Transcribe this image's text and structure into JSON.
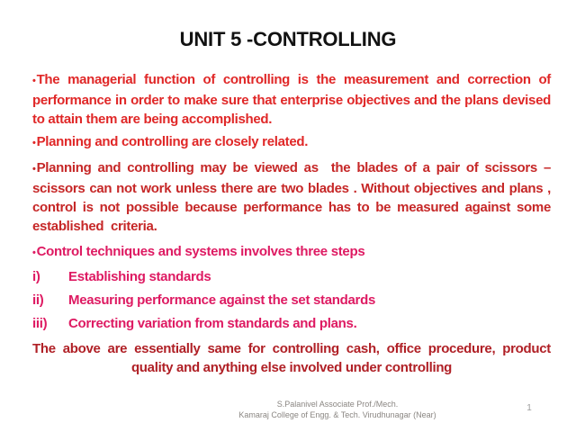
{
  "slide": {
    "title": "UNIT 5 -CONTROLLING",
    "colors": {
      "background": "#ffffff",
      "title": "#121212",
      "body_red": "#e02727",
      "scissors_red": "#c62727",
      "steps_pink": "#de1a62",
      "closing_dark_red": "#b02026",
      "footer_gray": "#8a8682",
      "page_number_gray": "#9c9c9c"
    },
    "paragraphs": [
      {
        "marker": "•",
        "text": "The managerial function of controlling is the measurement and correction of performance in order to make sure that enterprise objectives and the plans devised to attain them are being accomplished.",
        "color": "#e02727"
      },
      {
        "marker": "•",
        "text": "Planning and controlling are closely related.",
        "color": "#e02727"
      },
      {
        "marker": "•",
        "text": "Planning and controlling may be viewed as  the blades of a pair of scissors – scissors can not work unless there are two blades . Without objectives and plans , control is not possible because performance has to be measured against some established  criteria.",
        "color": "#c62727"
      },
      {
        "marker": "•",
        "text": "Control techniques and systems involves three steps",
        "color": "#de1a62"
      },
      {
        "marker": "i)",
        "text": "Establishing standards",
        "color": "#de1a62"
      },
      {
        "marker": "ii)",
        "text": "Measuring performance against the set standards",
        "color": "#de1a62"
      },
      {
        "marker": "iii)",
        "text": "Correcting variation from standards and plans.",
        "color": "#de1a62"
      },
      {
        "marker": "",
        "text": "The above are essentially same for controlling cash, office procedure, product quality and anything else involved under controlling",
        "color": "#b02026"
      }
    ],
    "footer": {
      "line1": "S.Palanivel  Associate Prof./Mech.",
      "line2": "Kamaraj College of Engg. & Tech. Virudhunagar (Near)",
      "color": "#8a8682"
    },
    "page_number": "1"
  }
}
